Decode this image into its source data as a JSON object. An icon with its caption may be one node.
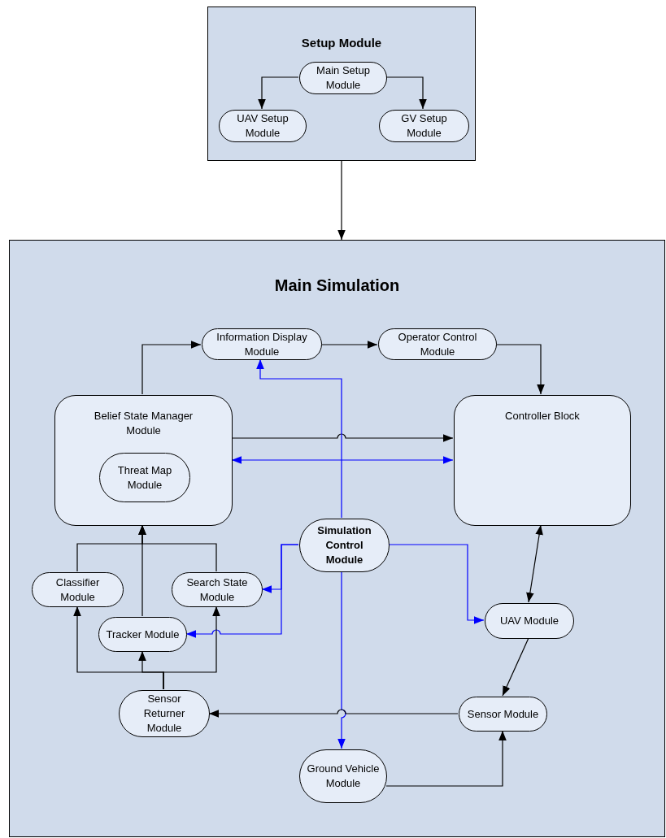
{
  "diagram": {
    "nodes": [
      {
        "text": [
          "Setup Module"
        ]
      },
      {
        "text": [
          "Main Setup Module"
        ],
        "in": 0
      },
      {
        "text": [
          "UAV Setup Module"
        ],
        "in": 0
      },
      {
        "text": [
          "GV Setup Module"
        ],
        "in": 0
      },
      {
        "text": [
          "Main Simulation"
        ]
      },
      {
        "text": [
          "Information Display Module"
        ],
        "in": 4
      },
      {
        "text": [
          "Operator Control Module"
        ],
        "in": 4
      },
      {
        "text": [
          "Belief State Manager Module"
        ],
        "in": 4
      },
      {
        "text": [
          "Threat Map Module"
        ],
        "in": 7
      },
      {
        "text": [
          "Controller Block"
        ],
        "in": 4
      },
      {
        "text": [
          "Simulation Control Module"
        ],
        "in": 4
      },
      {
        "text": [
          "Classifier Module"
        ],
        "in": 4
      },
      {
        "text": [
          "Search State Module"
        ],
        "in": 4
      },
      {
        "text": [
          "Tracker Module"
        ],
        "in": 4
      },
      {
        "text": [
          "Sensor Returner Module"
        ],
        "in": 4
      },
      {
        "text": [
          "UAV Module"
        ],
        "in": 4
      },
      {
        "text": [
          "Sensor Module"
        ],
        "in": 4
      },
      {
        "text": [
          "Ground Vehicle Module"
        ],
        "in": 4
      }
    ],
    "edges": [
      {
        "from": 1,
        "to": 2,
        "arrow": "to"
      },
      {
        "from": 1,
        "to": 3,
        "arrow": "to"
      },
      {
        "from": 0,
        "to": 4,
        "arrow": "to"
      },
      {
        "from": 7,
        "to": 5,
        "arrow": "to"
      },
      {
        "from": 5,
        "to": 6,
        "arrow": "to"
      },
      {
        "from": 6,
        "to": 9,
        "arrow": "to"
      },
      {
        "from": 7,
        "to": 9,
        "arrow": "to"
      },
      {
        "from": 7,
        "to": 9,
        "arrow": "both",
        "color": "#0000ff"
      },
      {
        "from": 10,
        "to": 5,
        "arrow": "to",
        "color": "#0000ff"
      },
      {
        "from": 10,
        "to": 12,
        "arrow": "to",
        "color": "#0000ff"
      },
      {
        "from": 10,
        "to": 13,
        "arrow": "to",
        "color": "#0000ff"
      },
      {
        "from": 10,
        "to": 15,
        "arrow": "to",
        "color": "#0000ff"
      },
      {
        "from": 10,
        "to": 17,
        "arrow": "to",
        "color": "#0000ff"
      },
      {
        "from": 11,
        "to": 7,
        "arrow": "to"
      },
      {
        "from": 12,
        "to": 7,
        "arrow": "to"
      },
      {
        "from": 13,
        "to": 7,
        "arrow": "to"
      },
      {
        "from": 14,
        "to": 11,
        "arrow": "to"
      },
      {
        "from": 14,
        "to": 13,
        "arrow": "to"
      },
      {
        "from": 14,
        "to": 12,
        "arrow": "to"
      },
      {
        "from": 9,
        "to": 15,
        "arrow": "both"
      },
      {
        "from": 15,
        "to": 16,
        "arrow": "to"
      },
      {
        "from": 16,
        "to": 14,
        "arrow": "to"
      },
      {
        "from": 17,
        "to": 16,
        "arrow": "to"
      }
    ]
  }
}
